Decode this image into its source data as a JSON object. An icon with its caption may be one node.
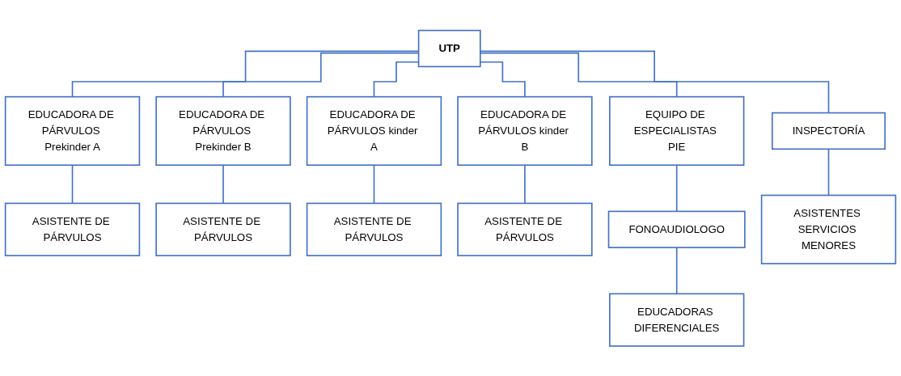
{
  "diagram": {
    "nodes": [
      {
        "text": [
          "UTP"
        ]
      },
      {
        "text": [
          "EDUCADORA DE PÁRVULOS Prekinder A"
        ]
      },
      {
        "text": [
          "EDUCADORA DE PÁRVULOS Prekinder B"
        ]
      },
      {
        "text": [
          "EDUCADORA DE PÁRVULOS kinder A"
        ]
      },
      {
        "text": [
          "EDUCADORA DE PÁRVULOS kinder B"
        ]
      },
      {
        "text": [
          "EQUIPO DE ESPECIALISTAS PIE"
        ]
      },
      {
        "text": [
          "INSPECTORÍA"
        ]
      },
      {
        "text": [
          "ASISTENTE DE PÁRVULOS"
        ]
      },
      {
        "text": [
          "ASISTENTE DE PÁRVULOS"
        ]
      },
      {
        "text": [
          "ASISTENTE DE PÁRVULOS"
        ]
      },
      {
        "text": [
          "ASISTENTE DE PÁRVULOS"
        ]
      },
      {
        "text": [
          "FONOAUDIOLOGO"
        ]
      },
      {
        "text": [
          "ASISTENTES SERVICIOS MENORES"
        ]
      },
      {
        "text": [
          "EDUCADORAS DIFERENCIALES"
        ]
      }
    ],
    "edges": [
      {
        "from": 0,
        "to": 1,
        "arrow": "none"
      },
      {
        "from": 0,
        "to": 2,
        "arrow": "none"
      },
      {
        "from": 0,
        "to": 3,
        "arrow": "none"
      },
      {
        "from": 0,
        "to": 4,
        "arrow": "none"
      },
      {
        "from": 0,
        "to": 5,
        "arrow": "none"
      },
      {
        "from": 0,
        "to": 6,
        "arrow": "none"
      },
      {
        "from": 1,
        "to": 7,
        "arrow": "none"
      },
      {
        "from": 2,
        "to": 8,
        "arrow": "none"
      },
      {
        "from": 3,
        "to": 9,
        "arrow": "none"
      },
      {
        "from": 4,
        "to": 10,
        "arrow": "none"
      },
      {
        "from": 5,
        "to": 11,
        "arrow": "none"
      },
      {
        "from": 6,
        "to": 12,
        "arrow": "none"
      },
      {
        "from": 11,
        "to": 13,
        "arrow": "none"
      }
    ]
  }
}
